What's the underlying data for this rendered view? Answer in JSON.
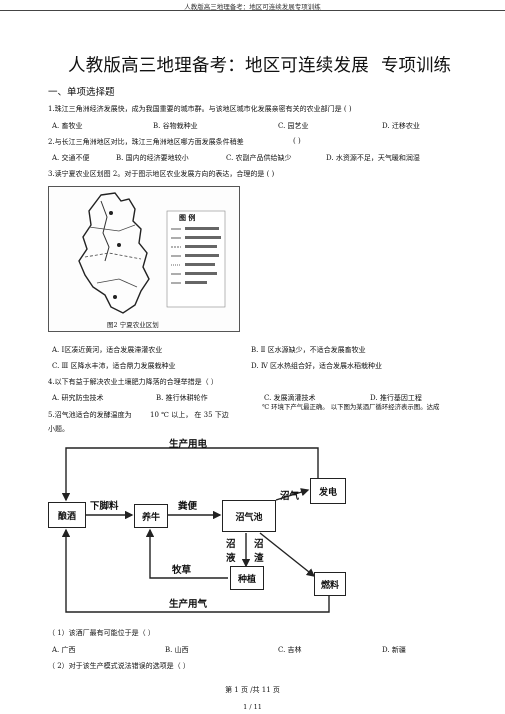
{
  "header": "人教版高三地理备考：地区可连续发展专项训练",
  "title": "人教版高三地理备考：地区可连续发展",
  "title_tail": "专项训练",
  "section": "一、单项选择题",
  "q1": {
    "stem": "1.珠江三角洲经济发展快，成为我国重要的城市群。与该地区城市化发展亲密有关的农业部门是 (                    )",
    "a": "A. 畜牧业",
    "b": "B. 谷物栽种业",
    "c": "C. 园艺业",
    "d": "D. 迁移农业"
  },
  "q2": {
    "stem": "2.与长江三角洲地区对比，珠江三角洲地区哪方面发展条件稍差",
    "paren": "(        )",
    "a": "A. 交通不便",
    "b": "B. 国内的经济要地较小",
    "c": "C. 农副产品供给缺少",
    "d": "D. 水资源不足，天气暖和润湿"
  },
  "q3": {
    "stem": "3.读宁夏农业区划图    2。对于图示地区农业发展方向的表达，合理的是 (           )",
    "map_legend_title": "图  例",
    "map_caption": "图2   宁夏农业区划",
    "a": "A. Ⅰ区凑近黄河，适合发展滞灌农业",
    "b": "B. Ⅱ 区水源缺少，不适合发展畜牧业",
    "c": "C. Ⅲ 区降水丰沛，适合鼎力发展栽种业",
    "d": "D. Ⅳ 区水热组合好，适合发展水稻栽种业"
  },
  "q4": {
    "stem": "4.以下有益于解决农业土壤肥力降落的合理举措是（              ）",
    "a": "A. 研究防虫技术",
    "b": "B. 推行休耕轮作",
    "c": "C. 发展滴灌技术",
    "d": "D. 推行基因工程",
    "tail": "℃  环境下产气最正确。  以下图为某酒厂循环经济表示图。达成"
  },
  "q5": {
    "stem_a": "5.沼气池适合的发酵温度为",
    "stem_b": "10 ℃ 以上，  在 35 下边",
    "stem_c": "小题。"
  },
  "flow": {
    "top_label": "生产用电",
    "bottom_label": "生产用气",
    "left_box": "酿酒",
    "mid_box": "养牛",
    "center_box": "沼气池",
    "right_top_box": "发电",
    "right_bot_box": "燃料",
    "plant_box": "种植",
    "arrow_feed": "下脚料",
    "arrow_manure": "粪便",
    "arrow_gas": "沼气",
    "arrow_grass": "牧草",
    "slurry_1": "沼",
    "slurry_2": "液",
    "residue_1": "沼",
    "residue_2": "渣"
  },
  "sub1": {
    "stem": "（ 1）该酒厂最有可能位于是（          ）",
    "a": "A. 广西",
    "b": "B. 山西",
    "c": "C. 吉林",
    "d": "D. 新疆"
  },
  "sub2": {
    "stem": "（ 2）对于该生产模式说法错误的选项是（    ）"
  },
  "footer": "第 1 页 /共 11 页",
  "footer2": "1 / 11"
}
